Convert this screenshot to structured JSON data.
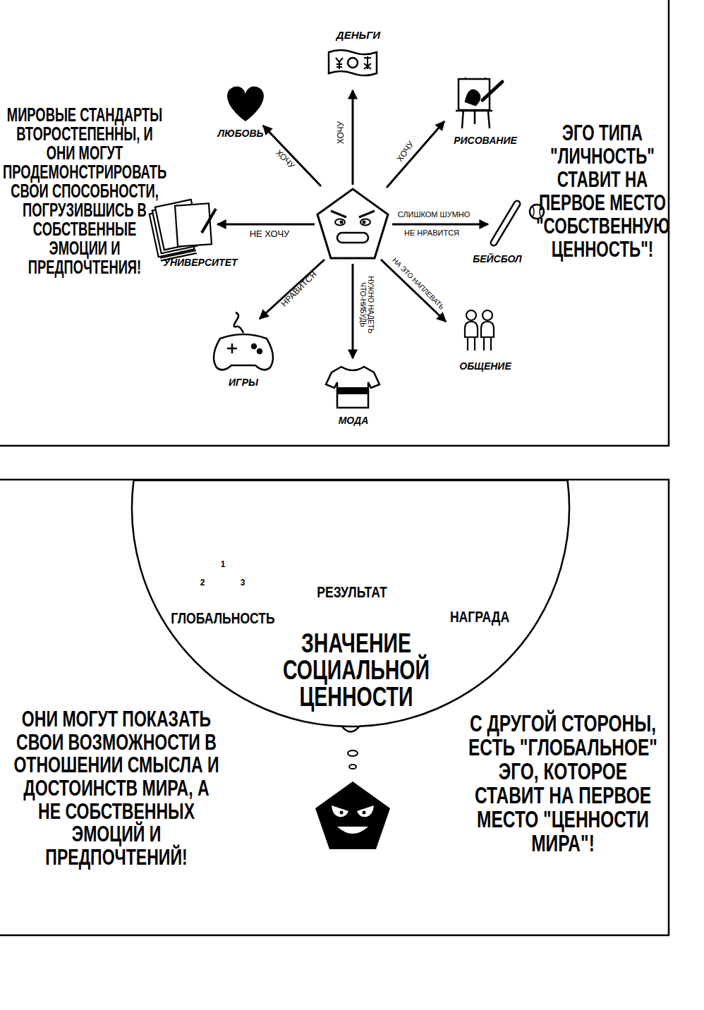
{
  "diagram": {
    "nodes": [
      {
        "text": [
          "ГЛОБАЛЬНОСТЬ",
          "РЕЗУЛЬТАТ",
          "НАГРАДА",
          "ЗНАЧЕНИЕ СОЦИАЛЬНОЙ ЦЕННОСТИ"
        ]
      }
    ],
    "labels": [
      "МИРОВЫЕ СТАНДАРТЫ ВТОРОСТЕПЕННЫ, И ОНИ МОГУТ ПРОДЕМОНСТРИРОВАТЬ СВОИ СПОСОБНОСТИ, ПОГРУЗИВШИСЬ В СОБСТВЕННЫЕ ЭМОЦИИ И ПРЕДПОЧТЕНИЯ!",
      "ДЕНЬГИ",
      "ХОЧУ",
      "ЛЮБОВЬ",
      "ХОЧУ",
      "РИСОВАНИЕ",
      "ХОЧУ",
      "УНИВЕРСИТЕТ",
      "НЕ ХОЧУ",
      "СЛИШКОМ ШУМНО",
      "НЕ НРАВИТСЯ",
      "БЕЙСБОЛ",
      "НРАВИТСЯ",
      "НУЖНО НАДЕТЬ ЧТО-НИБУДЬ",
      "НА ЭТО НАПЛЕВАТЬ",
      "ИГРЫ",
      "МОДА",
      "ОБЩЕНИЕ",
      "ЭГО ТИПА \"ЛИЧНОСТЬ\" СТАВИТ НА ПЕРВОЕ МЕСТО \"СОБСТВЕННУЮ ЦЕННОСТЬ\"!",
      "1",
      "2",
      "3",
      "ОНИ МОГУТ ПОКАЗАТЬ СВОИ ВОЗМОЖНОСТИ В ОТНОШЕНИИ СМЫСЛА И ДОСТОИНСТВ МИРА, А НЕ СОБСТВЕННЫХ ЭМОЦИЙ И ПРЕДПОЧТЕНИЙ!",
      "С ДРУГОЙ СТОРОНЫ, ЕСТЬ \"ГЛОБАЛЬНОЕ\" ЭГО, КОТОРОЕ СТАВИТ НА ПЕРВОЕ МЕСТО \"ЦЕННОСТИ МИРА\"!"
    ]
  }
}
